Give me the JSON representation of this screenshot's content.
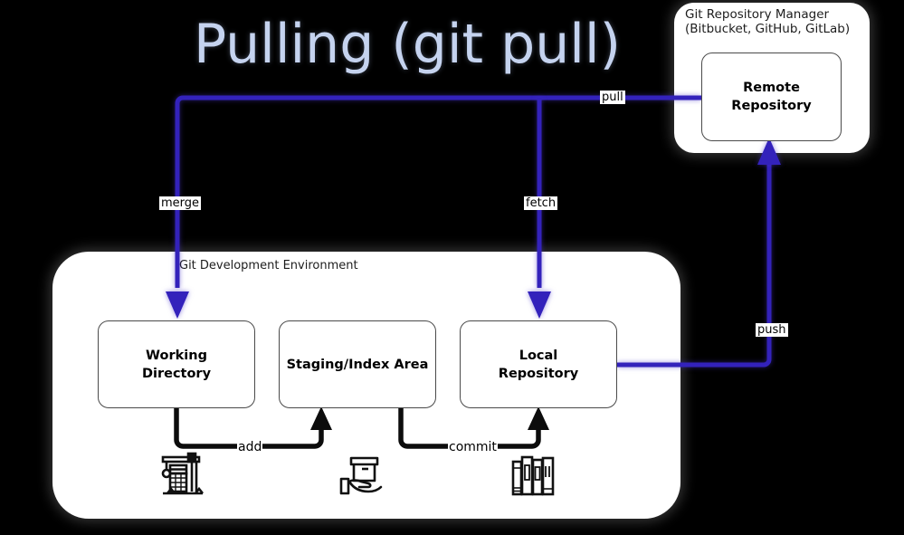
{
  "slide": {
    "title": "Pulling (git pull)",
    "background_color": "#000000",
    "title_color": "#c5d3ef",
    "accent_color": "#3322bb",
    "panel_color": "#ffffff"
  },
  "manager_panel": {
    "caption": "Git Repository Manager\n(Bitbucket, GitHub, GitLab)",
    "node": {
      "label": "Remote\nRepository",
      "line1": "Remote",
      "line2": "Repository"
    }
  },
  "dev_panel": {
    "caption": "Git Development Environment",
    "nodes": [
      {
        "id": "working-directory",
        "line1": "Working",
        "line2": "Directory",
        "icon": "construction-crane-icon"
      },
      {
        "id": "staging-index-area",
        "line1": "Staging/Index Area",
        "line2": "",
        "icon": "hand-holding-box-icon"
      },
      {
        "id": "local-repository",
        "line1": "Local",
        "line2": "Repository",
        "icon": "books-shelf-icon"
      }
    ]
  },
  "edges": [
    {
      "id": "pull",
      "label": "pull",
      "color": "#3322bb",
      "from": "remote-repository",
      "to": "fetch-merge-split"
    },
    {
      "id": "merge",
      "label": "merge",
      "color": "#3322bb",
      "from": "pull-branch",
      "to": "working-directory"
    },
    {
      "id": "fetch",
      "label": "fetch",
      "color": "#3322bb",
      "from": "pull-branch",
      "to": "local-repository"
    },
    {
      "id": "push",
      "label": "push",
      "color": "#3322bb",
      "from": "local-repository",
      "to": "remote-repository"
    },
    {
      "id": "add",
      "label": "add",
      "color": "#0c0c0c",
      "from": "working-directory",
      "to": "staging-index-area"
    },
    {
      "id": "commit",
      "label": "commit",
      "color": "#0c0c0c",
      "from": "staging-index-area",
      "to": "local-repository"
    }
  ]
}
